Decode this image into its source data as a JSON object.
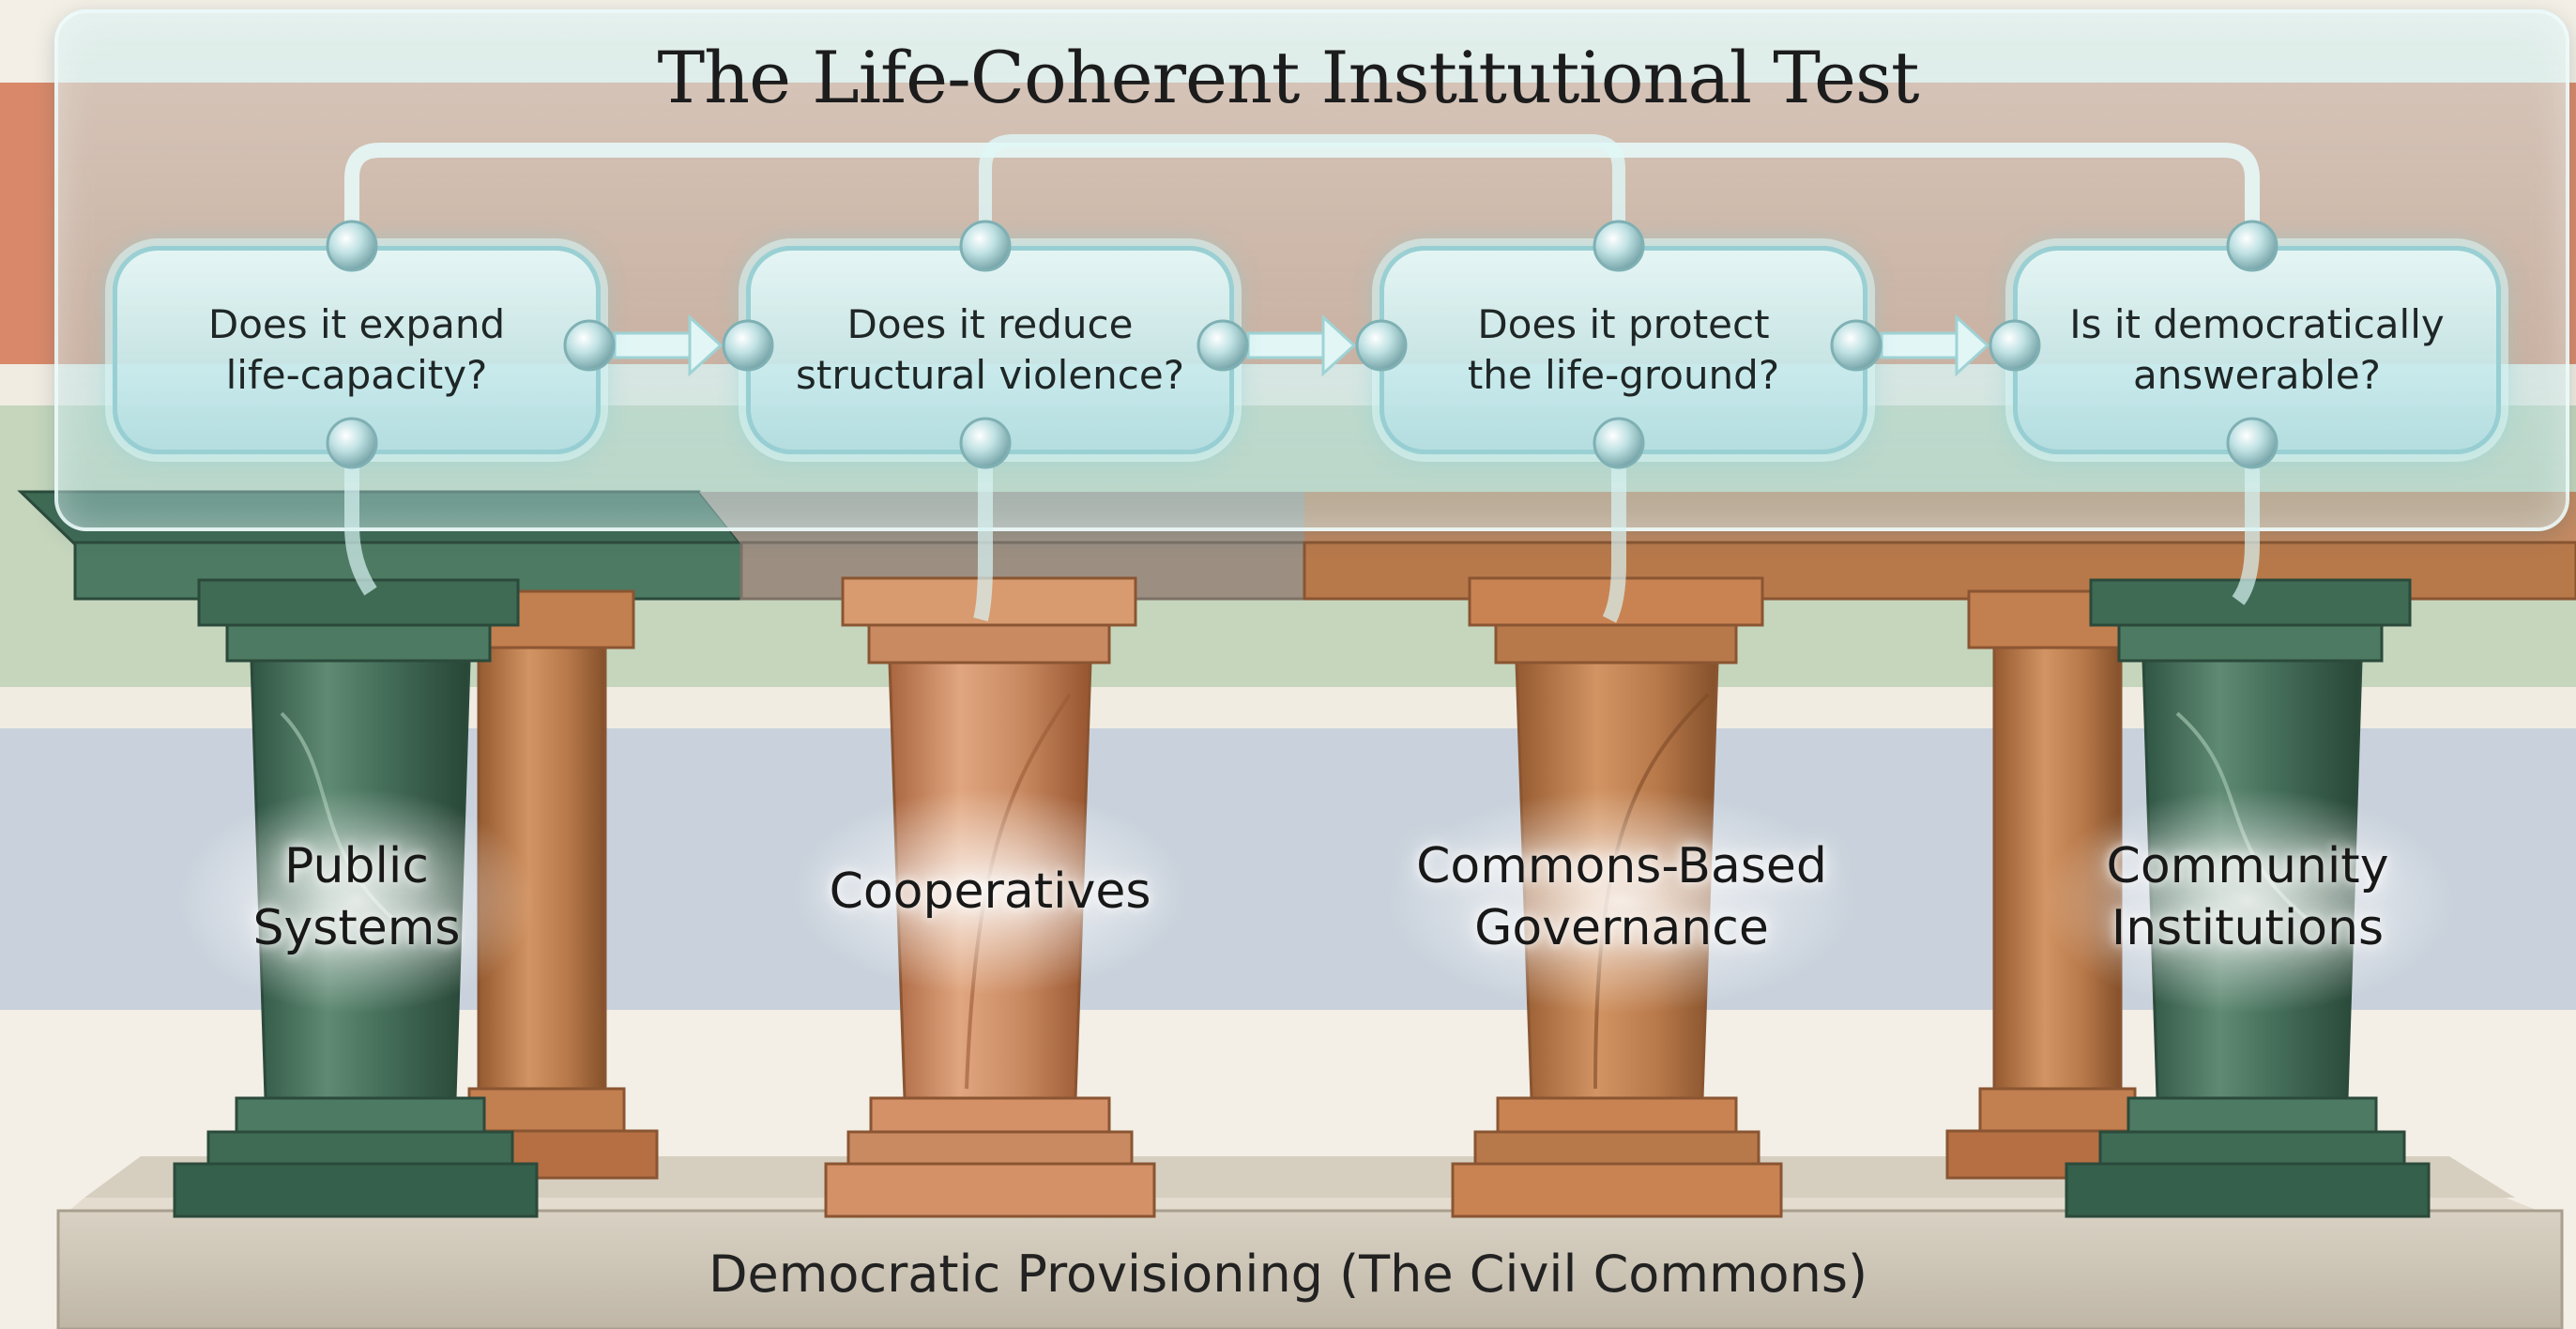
{
  "title": "The Life-Coherent Institutional Test",
  "questions": [
    {
      "text": "Does it expand\nlife-capacity?"
    },
    {
      "text": "Does it reduce\nstructural violence?"
    },
    {
      "text": "Does it protect\nthe life-ground?"
    },
    {
      "text": "Is it democratically\nanswerable?"
    }
  ],
  "pillars": [
    {
      "label": "Public\nSystems",
      "material": "green-marble"
    },
    {
      "label": "Cooperatives",
      "material": "terracotta"
    },
    {
      "label": "Commons-Based\nGovernance",
      "material": "wood"
    },
    {
      "label": "Community\nInstitutions",
      "material": "green-marble"
    }
  ],
  "foundation": {
    "label": "Democratic Provisioning (The Civil Commons)"
  },
  "colors": {
    "stripe_orange": "#d9896a",
    "stripe_green": "#c5d6bd",
    "stripe_blue": "#c9d2dc",
    "green_marble": "#3f6b55",
    "terracotta": "#c98a62",
    "wood": "#b8794a",
    "glass": "#c8e8ea",
    "stone": "#cfc7b8"
  }
}
